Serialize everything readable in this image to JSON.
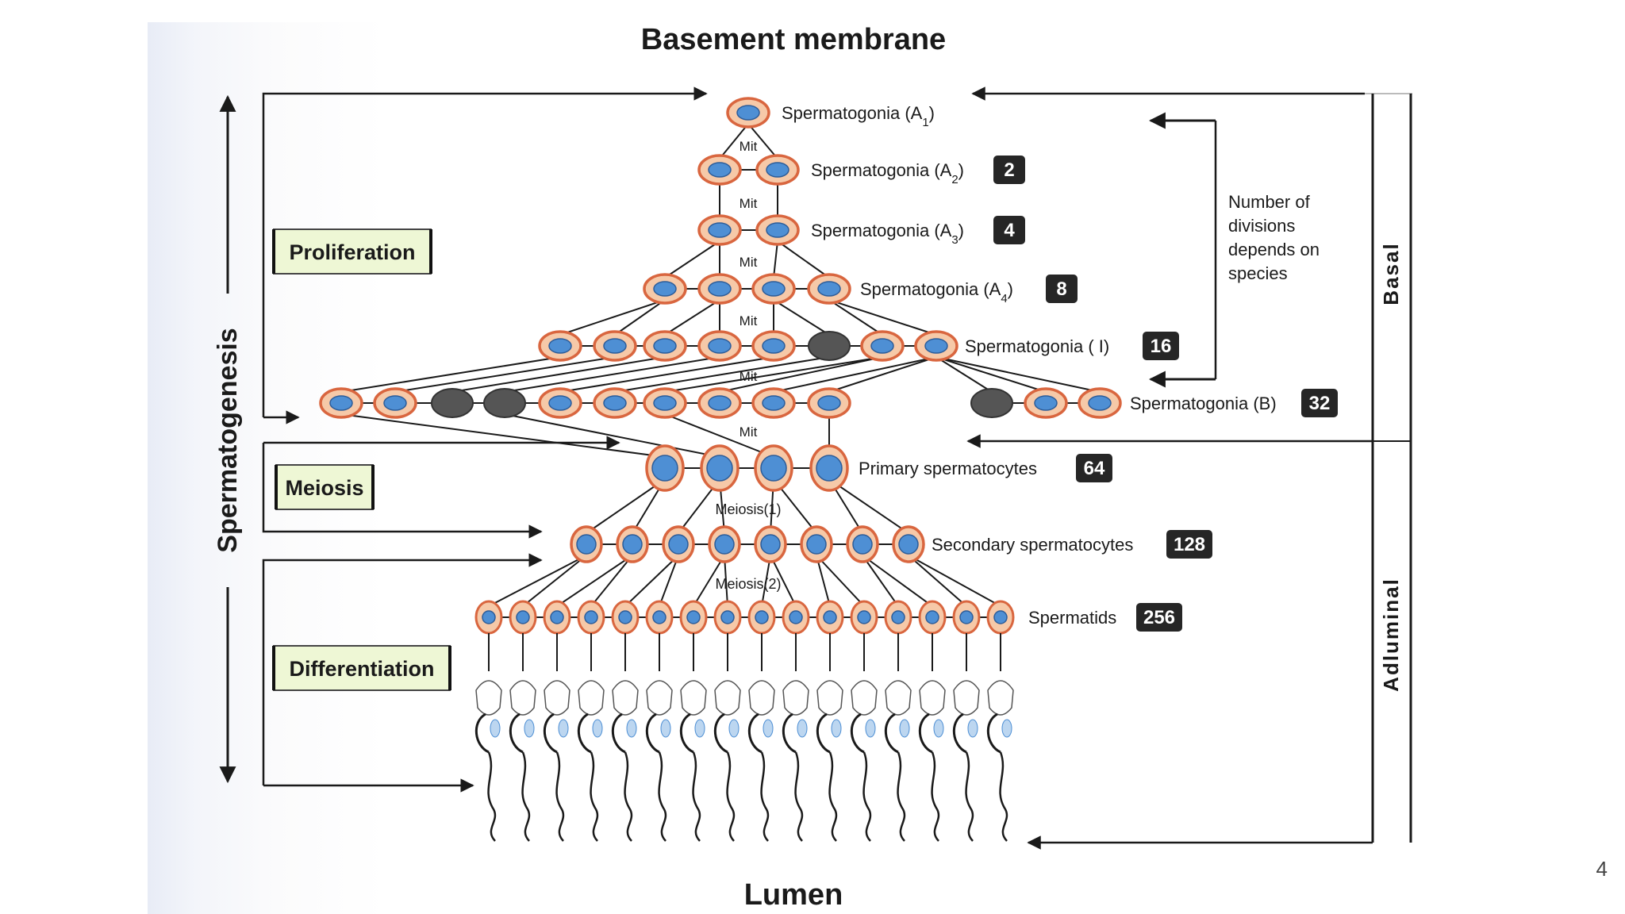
{
  "title_top": "Basement membrane",
  "title_bottom": "Lumen",
  "axis_label": "Spermatogenesis",
  "phases": {
    "proliferation": "Proliferation",
    "meiosis": "Meiosis",
    "differentiation": "Differentiation"
  },
  "zones": {
    "basal": "Basal",
    "adluminal": "Adluminal"
  },
  "note": [
    "Number of",
    "divisions",
    "depends on",
    "species"
  ],
  "division_labels": {
    "mitosis": "Mit",
    "meiosis1": "Meiosis(1)",
    "meiosis2": "Meiosis(2)"
  },
  "stages": [
    {
      "label": "Spermatogonia (A",
      "sub": "1",
      "suffix": ")",
      "count": ""
    },
    {
      "label": "Spermatogonia (A",
      "sub": "2",
      "suffix": ")",
      "count": "2"
    },
    {
      "label": "Spermatogonia (A",
      "sub": "3",
      "suffix": ")",
      "count": "4"
    },
    {
      "label": "Spermatogonia (A",
      "sub": "4",
      "suffix": ")",
      "count": "8"
    },
    {
      "label": "Spermatogonia ( I)",
      "sub": "",
      "suffix": "",
      "count": "16"
    },
    {
      "label": "Spermatogonia (B)",
      "sub": "",
      "suffix": "",
      "count": "32"
    },
    {
      "label": "Primary spermatocytes",
      "sub": "",
      "suffix": "",
      "count": "64"
    },
    {
      "label": "Secondary spermatocytes",
      "sub": "",
      "suffix": "",
      "count": "128"
    },
    {
      "label": "Spermatids",
      "sub": "",
      "suffix": "",
      "count": "256"
    }
  ],
  "colors": {
    "cell_outline": "#d9663f",
    "cell_fill": "#f6c9a8",
    "nucleus": "#4e8fd4",
    "degenerate": "#555555",
    "badge": "#262626",
    "phase_box": "#eef7d5",
    "arrow": "#1a1a1a"
  },
  "page_number": "4"
}
